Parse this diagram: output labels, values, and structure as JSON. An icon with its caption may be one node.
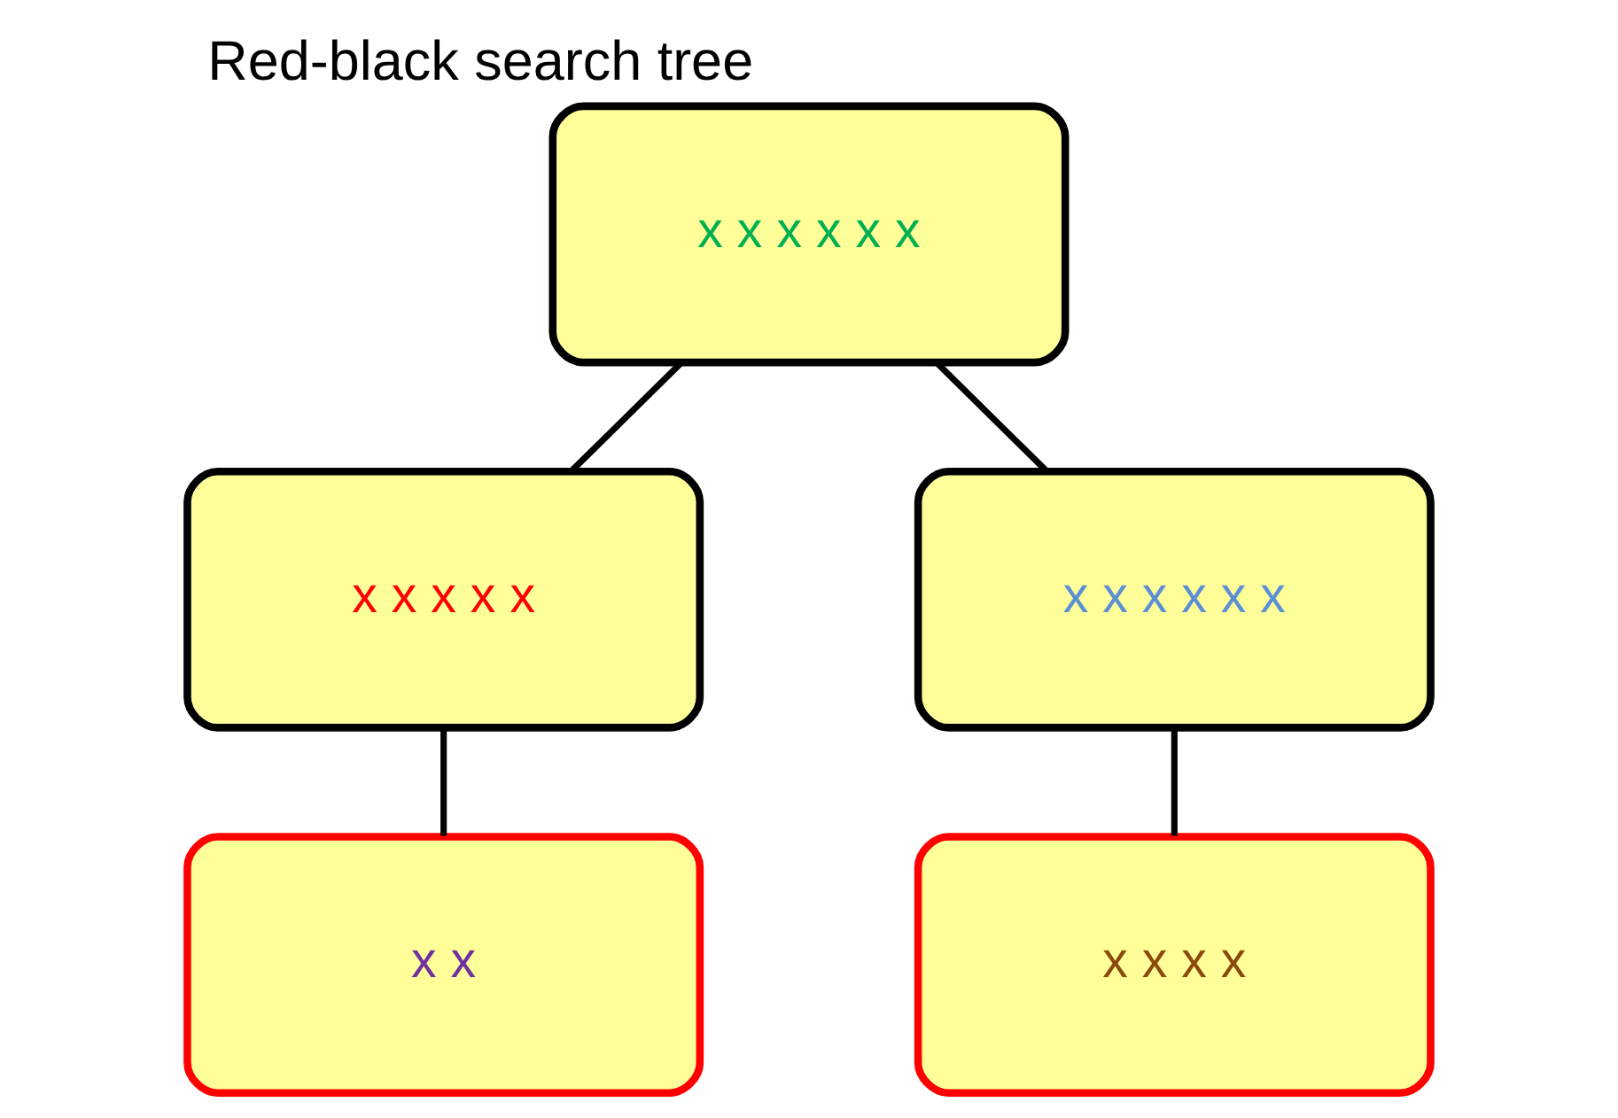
{
  "diagram": {
    "title": "Red-black search tree",
    "nodes": [
      {
        "text": [
          "x x x x x x"
        ]
      },
      {
        "text": [
          "x x x x x"
        ]
      },
      {
        "text": [
          "x x x x x x"
        ]
      },
      {
        "text": [
          "x x"
        ]
      },
      {
        "text": [
          "x x x x"
        ]
      }
    ],
    "edges": [
      {
        "from": 0,
        "to": 1,
        "arrow": "none"
      },
      {
        "from": 0,
        "to": 2,
        "arrow": "none"
      },
      {
        "from": 1,
        "to": 3,
        "arrow": "none"
      },
      {
        "from": 2,
        "to": 4,
        "arrow": "none"
      }
    ]
  }
}
